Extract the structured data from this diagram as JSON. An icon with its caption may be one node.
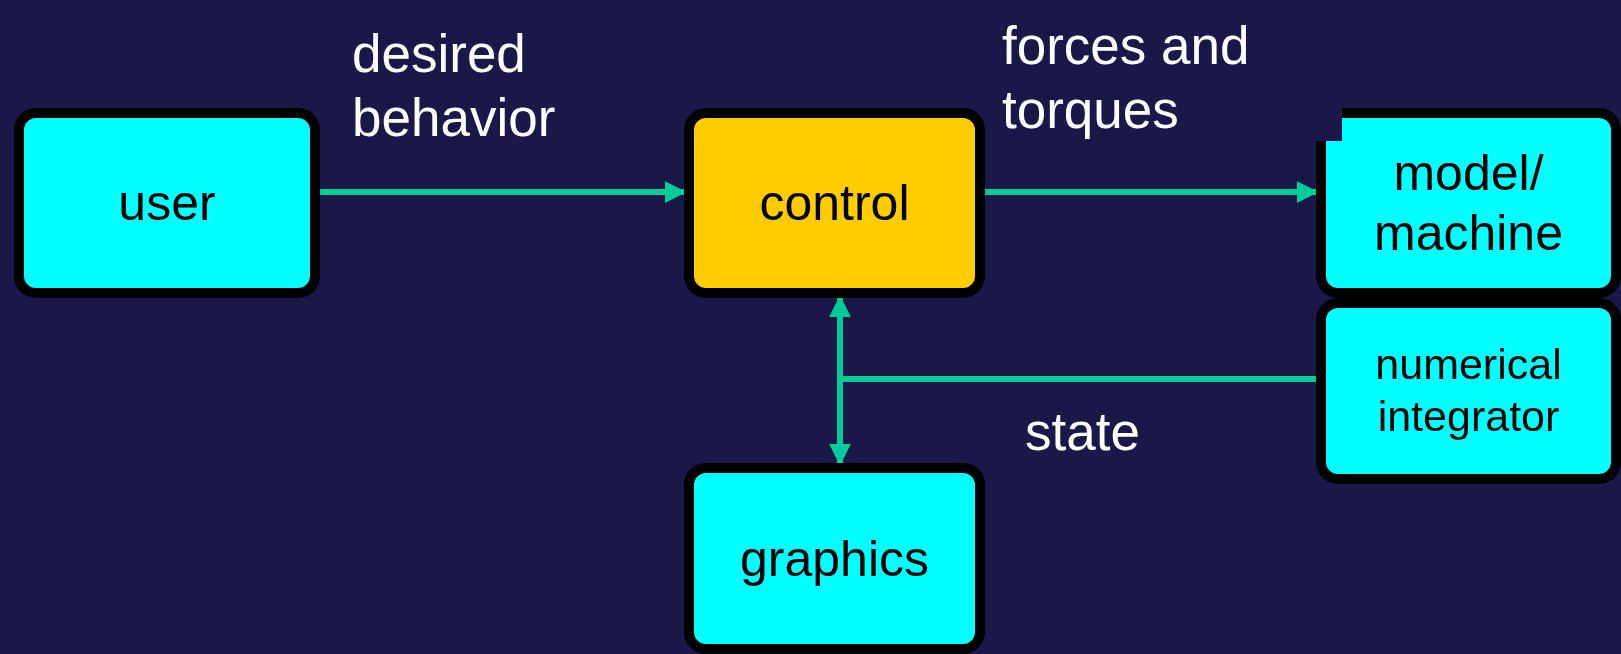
{
  "diagram": {
    "nodes": [
      {
        "text": [
          "user"
        ]
      },
      {
        "text": [
          "control"
        ]
      },
      {
        "text": [
          "model/ machine"
        ]
      },
      {
        "text": [
          "numerical integrator"
        ]
      },
      {
        "text": [
          "graphics"
        ]
      }
    ],
    "edges": [
      {
        "from": 0,
        "to": 1,
        "arrow": "to",
        "label": "desired behavior"
      },
      {
        "from": 1,
        "to": 2,
        "arrow": "to",
        "label": "forces and torques"
      },
      {
        "from": 3,
        "to": 1,
        "arrow": "to",
        "label": "state"
      },
      {
        "from": 3,
        "to": 4,
        "arrow": "to"
      }
    ]
  }
}
